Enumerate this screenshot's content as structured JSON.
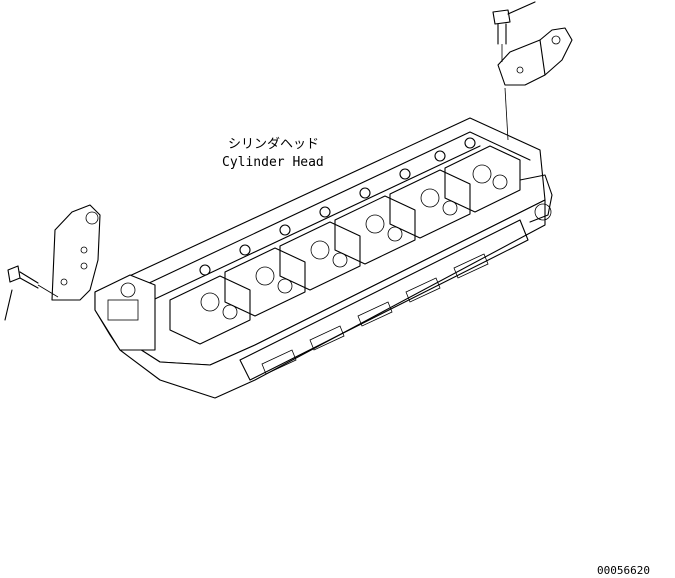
{
  "diagram": {
    "label_jp": "シリンダヘッド",
    "label_en": "Cylinder Head",
    "figure_number": "00056620"
  }
}
